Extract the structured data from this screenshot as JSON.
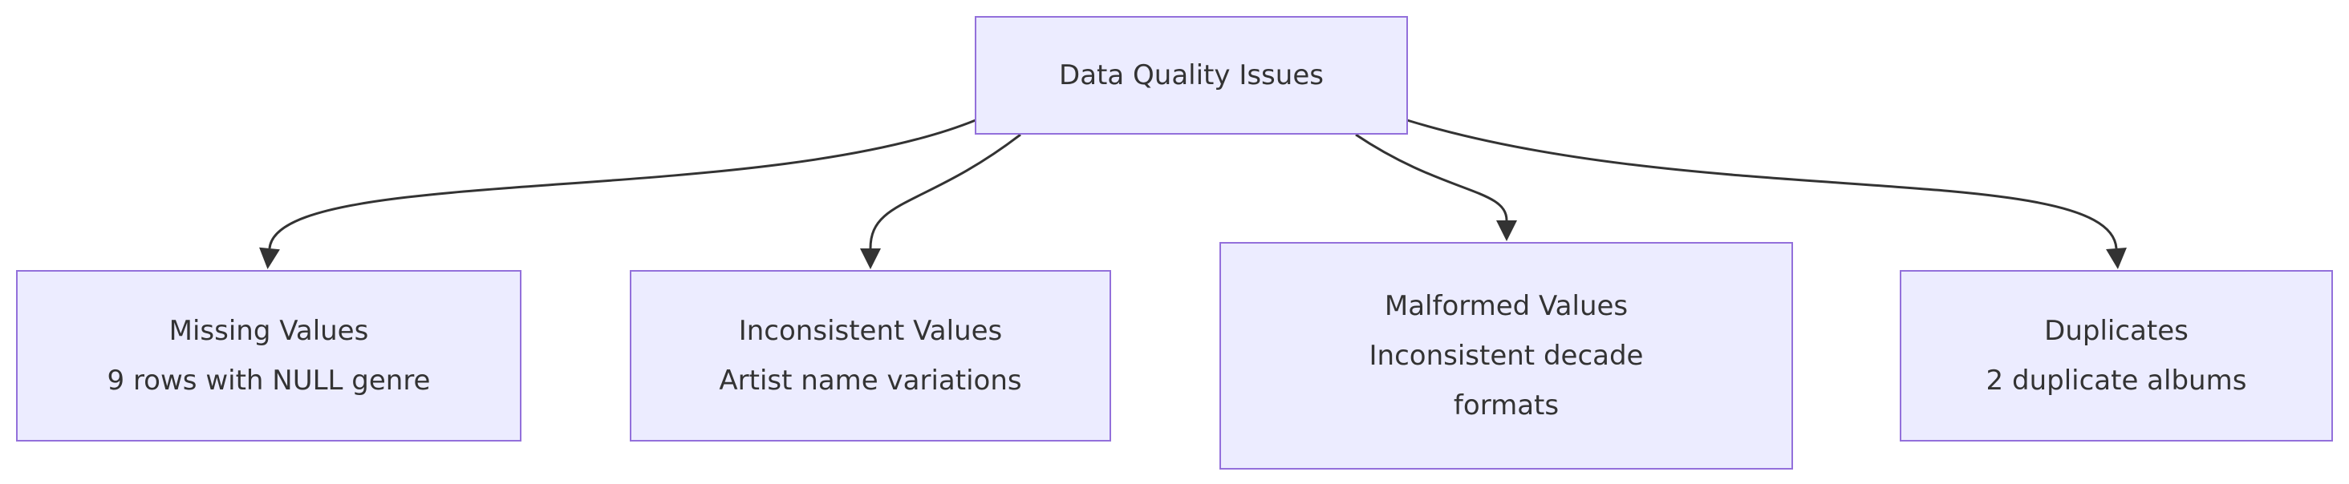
{
  "colors": {
    "background": "#ffffff",
    "node_fill": "#ECECFF",
    "node_border": "#9370DB",
    "node_text": "#333333",
    "edge": "#333333"
  },
  "root": {
    "label": "Data Quality Issues"
  },
  "nodes": [
    {
      "name": "missing-values",
      "lines": [
        "Missing Values",
        "9 rows with NULL genre"
      ]
    },
    {
      "name": "inconsistent-values",
      "lines": [
        "Inconsistent Values",
        "Artist name variations"
      ]
    },
    {
      "name": "malformed-values",
      "lines": [
        "Malformed Values",
        "Inconsistent decade",
        "formats"
      ]
    },
    {
      "name": "duplicates",
      "lines": [
        "Duplicates",
        "2 duplicate albums"
      ]
    }
  ]
}
